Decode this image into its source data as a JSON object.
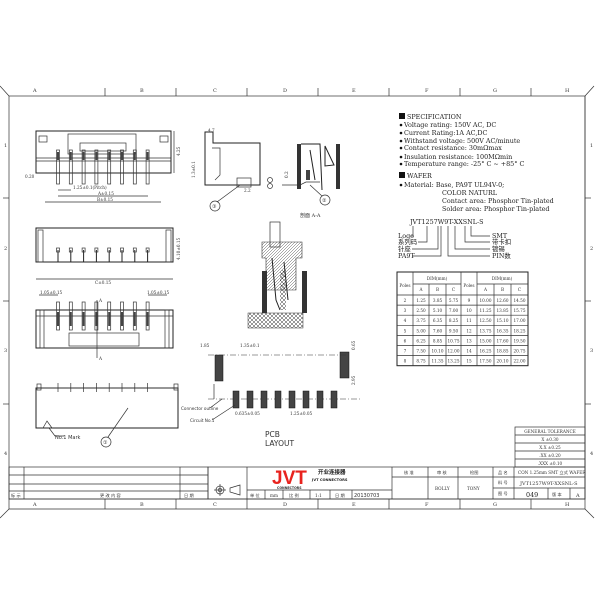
{
  "frame": {
    "columns": [
      "A",
      "B",
      "C",
      "D",
      "E",
      "F",
      "G",
      "H"
    ],
    "rows": [
      "1",
      "2",
      "3",
      "4"
    ]
  },
  "specification": {
    "heading": "SPECIFICATION",
    "items": [
      "Voltage rating: 150V AC, DC",
      "Current Rating:1A AC,DC",
      "Withstand voltage: 500V AC/minute",
      "Contact resistance: 30mΩmax",
      "Insulation resistance: 100MΩmin",
      "Temperature range: -25° C ~ +85° C"
    ]
  },
  "wafer": {
    "heading": "WAFER",
    "material_label": "Material: Base, PA9T UL94V-0;",
    "lines": [
      "COLOR NATURL",
      "Contact area: Phosphor Tin-plated",
      "Solder area: Phosphor Tin-plated"
    ]
  },
  "part_code": {
    "code": "JVT1257W9T-XXSNL-S",
    "left_labels": [
      "Logo",
      "系列码",
      "针座",
      "PA9T"
    ],
    "right_labels": [
      "SMT",
      "带卡扣",
      "镀锡",
      "PIN数"
    ]
  },
  "dim_table": {
    "poles_header": "Poles",
    "group_header": "DIM(mm)",
    "cols": [
      "A",
      "B",
      "C"
    ],
    "left": [
      [
        "2",
        "1.25",
        "3.85",
        "5.75"
      ],
      [
        "3",
        "2.50",
        "5.10",
        "7.00"
      ],
      [
        "4",
        "3.75",
        "6.35",
        "8.25"
      ],
      [
        "5",
        "5.00",
        "7.60",
        "9.50"
      ],
      [
        "6",
        "6.25",
        "8.85",
        "10.75"
      ],
      [
        "7",
        "7.50",
        "10.10",
        "12.00"
      ],
      [
        "8",
        "8.75",
        "11.35",
        "13.25"
      ]
    ],
    "right": [
      [
        "9",
        "10.00",
        "12.60",
        "14.50"
      ],
      [
        "10",
        "11.25",
        "13.85",
        "15.75"
      ],
      [
        "11",
        "12.50",
        "15.10",
        "17.00"
      ],
      [
        "12",
        "13.75",
        "16.35",
        "18.25"
      ],
      [
        "13",
        "15.00",
        "17.60",
        "19.50"
      ],
      [
        "14",
        "16.25",
        "18.85",
        "20.75"
      ],
      [
        "15",
        "17.50",
        "20.10",
        "22.00"
      ]
    ]
  },
  "drawing": {
    "top_view": {
      "pitch": "1.25±0.1(Pitch)",
      "dim_a": "A±0.15",
      "dim_b": "B±0.15",
      "height": "4.25",
      "offset": "0.20",
      "side": "1.3±0.1"
    },
    "front_view": {
      "height": "4.10±0.15",
      "dim_c": "C±0.15"
    },
    "bottom_view": {
      "left": "1.05±0.15",
      "right": "1.05±0.15",
      "section_mark": "A"
    },
    "side_view": {
      "mark": "No.1 Mark",
      "callout": "①"
    },
    "section": {
      "width": "4.7",
      "foot": "2.2",
      "height": "0.2",
      "callout_3": "③",
      "callout_2": "②",
      "title": "剖面 A-A"
    },
    "pcb": {
      "d1": "1.85",
      "d2": "1.35±0.1",
      "d3": "0.635±0.05",
      "d4": "1.25±0.05",
      "d5": "0.65",
      "d6": "2.95",
      "outline": "Connector outline",
      "circuit": "Circuit No.1",
      "title_1": "PCB",
      "title_2": "LAYOUT"
    }
  },
  "revision_block": {
    "mark": "标 示",
    "content": "更 改 内 容",
    "date": "日 期"
  },
  "tolerance": {
    "title": "GENERAL TOLERANCE",
    "rows": [
      "X ±0.30",
      "X.X ±0.25",
      ".XX ±0.20",
      ".XXX ±0.10"
    ]
  },
  "title_block": {
    "logo": "JVT",
    "logo_sub": "CONNECTORS",
    "company_cn": "开业连接器",
    "company_en": "JVT CONNECTORS",
    "unit_label": "单 位",
    "unit": "mm",
    "scale_label": "比 例",
    "scale": "1:1",
    "date_label": "日 期",
    "date": "20130703",
    "approve_label": "核 准",
    "review_label": "审 核",
    "check_label": "检图",
    "reviewer": "BOLLY",
    "checker": "TONY",
    "name_label": "品 名",
    "name": "CON 1.25mm SMT 立式 WAFER",
    "part_label": "料 号",
    "part": "JVT1257W9T-XXSNL-S",
    "drawing_label": "图 号",
    "drawing_no": "049",
    "version_label": "版 本",
    "version": "A",
    "logo_color": "#e8231e"
  }
}
